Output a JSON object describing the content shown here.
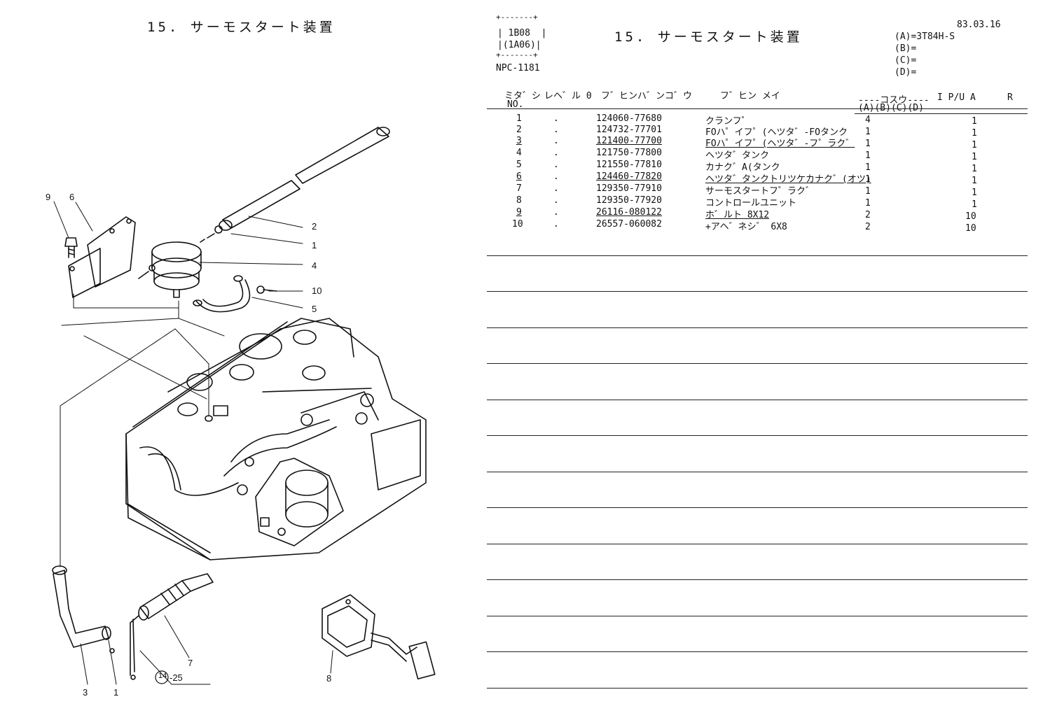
{
  "left_panel": {
    "title": "15. サーモスタート装置",
    "callouts": [
      "9",
      "6",
      "2",
      "1",
      "4",
      "10",
      "5",
      "7",
      "3",
      "1",
      "8"
    ],
    "ref_circle": "14",
    "ref_suffix": "-25"
  },
  "header": {
    "box_line1": "1B08",
    "box_line2": "(1A06)",
    "box_dashes": "+-------+",
    "npc": "NPC-1181",
    "title": "15. サーモスタート装置",
    "date": "83.03.16",
    "models": [
      "(A)=3T84H-S",
      "(B)=",
      "(C)=",
      "(D)="
    ]
  },
  "table": {
    "headers": {
      "no": "ミタ゛シ",
      "no_sub": "NO.",
      "level": "レヘ゛ル 0",
      "part_no": "フ゛ヒンハ゛ンコ゛ウ",
      "part_name": "フ゛ヒン メイ",
      "qty": "----コスウ----",
      "qty_sub": "(A)(B)(C)(D)",
      "iua": "I P/U A",
      "r": "R"
    },
    "rows": [
      {
        "no": "1",
        "level": ".",
        "part_no": "124060-77680",
        "name": "クランフ゜",
        "qty": "4",
        "pu": "1"
      },
      {
        "no": "2",
        "level": ".",
        "part_no": "124732-77701",
        "name": "FOハ゜イフ゜(ヘツタ゛-FOタンク",
        "qty": "1",
        "pu": "1"
      },
      {
        "no": "3",
        "level": ".",
        "part_no": "121400-77700",
        "name": "FOハ゜イフ゜(ヘツタ゛-フ゜ラク゛",
        "qty": "1",
        "pu": "1"
      },
      {
        "no": "4",
        "level": ".",
        "part_no": "121750-77800",
        "name": "ヘツタ゛タンク",
        "qty": "1",
        "pu": "1"
      },
      {
        "no": "5",
        "level": ".",
        "part_no": "121550-77810",
        "name": "カナク゛A(タンク",
        "qty": "1",
        "pu": "1"
      },
      {
        "no": "6",
        "level": ".",
        "part_no": "124460-77820",
        "name": "ヘツタ゛タンクトリツケカナク゛(オツ)",
        "qty": "1",
        "pu": "1"
      },
      {
        "no": "7",
        "level": ".",
        "part_no": "129350-77910",
        "name": "サーモスタートフ゜ラク゛",
        "qty": "1",
        "pu": "1"
      },
      {
        "no": "8",
        "level": ".",
        "part_no": "129350-77920",
        "name": "コントロールユニット",
        "qty": "1",
        "pu": "1"
      },
      {
        "no": "9",
        "level": ".",
        "part_no": "26116-080122",
        "name": "ホ゛ルト 8X12",
        "qty": "2",
        "pu": "10"
      },
      {
        "no": "10",
        "level": ".",
        "part_no": "26557-060082",
        "name": "+アヘ゛ネシ゛ 6X8",
        "qty": "2",
        "pu": "10"
      }
    ]
  }
}
